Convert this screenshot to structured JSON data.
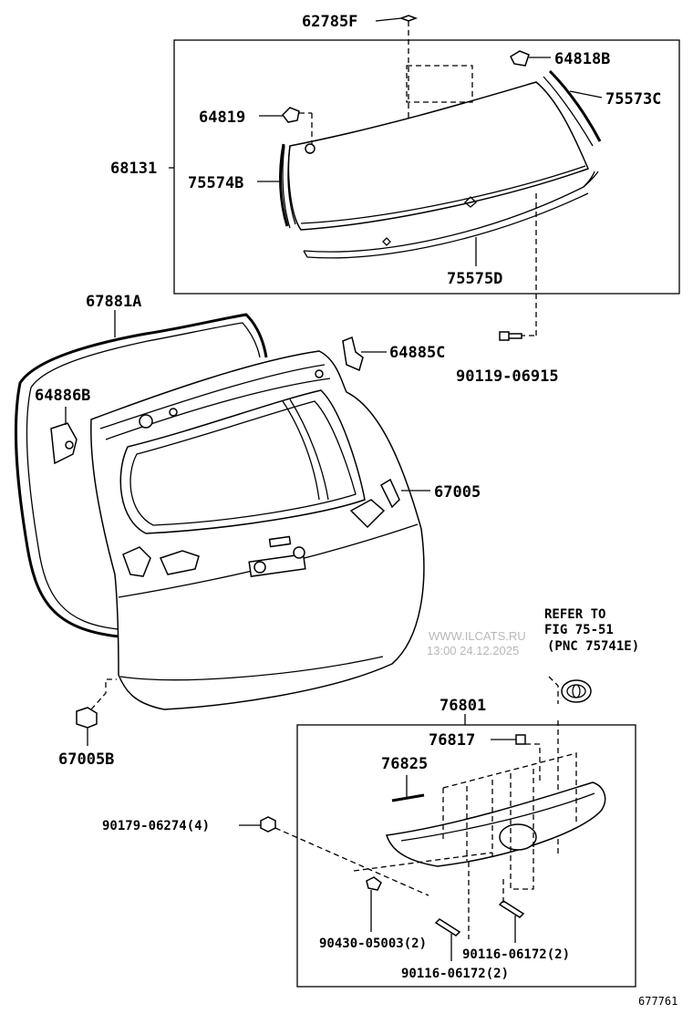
{
  "labels": {
    "p62785F": "62785F",
    "p64818B": "64818B",
    "p75573C": "75573C",
    "p64819": "64819",
    "p68131": "68131",
    "p75574B": "75574B",
    "p75575D": "75575D",
    "p67881A": "67881A",
    "p64885C": "64885C",
    "p90119": "90119-06915",
    "p64886B": "64886B",
    "p67005": "67005",
    "p67005B": "67005B",
    "p76801": "76801",
    "p76817": "76817",
    "p76825": "76825",
    "p90179": "90179-06274(4)",
    "p90430": "90430-05003(2)",
    "p90116a": "90116-06172(2)",
    "p90116b": "90116-06172(2)"
  },
  "reference": {
    "line1": "REFER TO",
    "line2": "FIG 75-51",
    "line3": "(PNC 75741E)"
  },
  "watermark": {
    "site": "WWW.ILCATS.RU",
    "timestamp": "13:00 24.12.2025"
  },
  "diagram_id": "677761"
}
